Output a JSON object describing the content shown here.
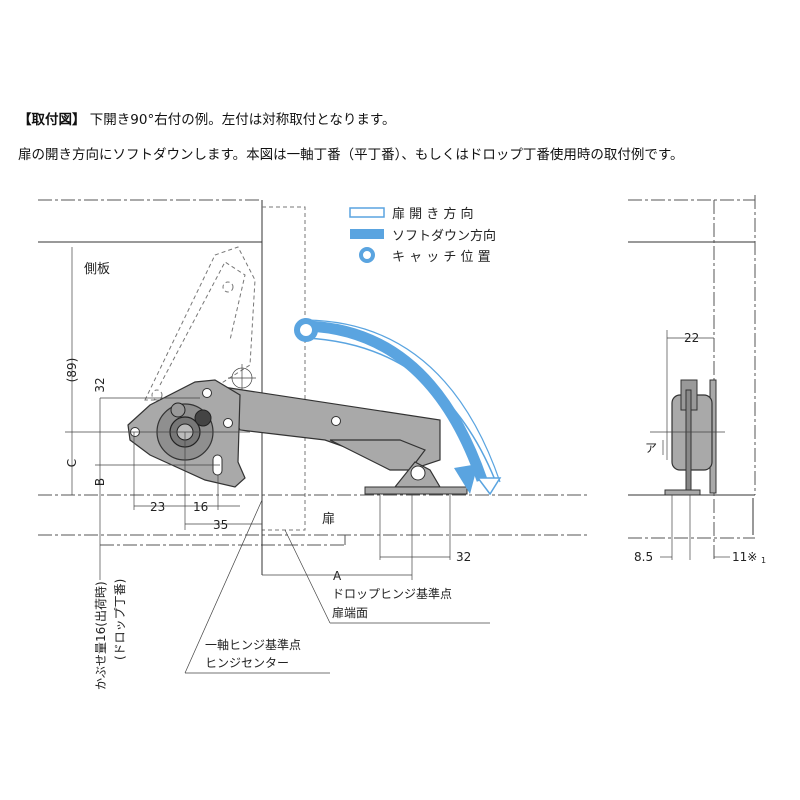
{
  "header": {
    "title_bracket": "【取付図】",
    "title_text": "下開き90°右付の例。左付は対称取付となります。",
    "description": "扉の開き方向にソフトダウンします。本図は一軸丁番（平丁番）、もしくはドロップ丁番使用時の取付例です。"
  },
  "legend": {
    "items": [
      {
        "label": "扉 開 き 方 向",
        "icon": "open-direction-outline-bar"
      },
      {
        "label": "ソフトダウン方向",
        "icon": "soft-down-filled-bar"
      },
      {
        "label": "キ ャ ッ チ 位 置",
        "icon": "catch-position-ring"
      }
    ]
  },
  "labels": {
    "side_panel": "側板",
    "door": "扉",
    "dim_89": "(89)",
    "dim_32_v": "32",
    "dim_c": "C",
    "dim_b": "B",
    "dim_23": "23",
    "dim_16": "16",
    "dim_35": "35",
    "dim_a": "A",
    "dim_32_h": "32",
    "overlay_1": "かぶせ量16(出荷時)",
    "overlay_2": "(ドロップ丁番)",
    "drop_ref_1": "ドロップヒンジ基準点",
    "drop_ref_2": "扉端面",
    "single_ref_1": "一軸ヒンジ基準点",
    "single_ref_2": "ヒンジセンター",
    "dim_22": "22",
    "dim_a_kana": "ア",
    "dim_8_5": "8.5",
    "dim_11": "11※",
    "dim_11_note": "1"
  },
  "colors": {
    "accent_blue": "#5aa4e0",
    "metal": "#a9a9a9"
  }
}
